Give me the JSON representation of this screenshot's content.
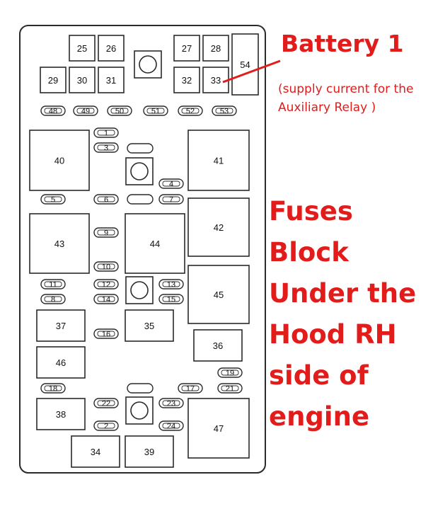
{
  "annotation": {
    "title": "Battery 1",
    "note": "(supply current for the Auxiliary Relay )",
    "color": "#e21b1b"
  },
  "block_title": "Fuses Block Under the Hood RH side of engine",
  "fuse_labels": [
    "1",
    "2",
    "3",
    "4",
    "5",
    "6",
    "7",
    "8",
    "9",
    "10",
    "11",
    "12",
    "13",
    "14",
    "15",
    "16",
    "17",
    "18",
    "19",
    "21",
    "22",
    "23",
    "24",
    "48",
    "49",
    "50",
    "51",
    "52",
    "53"
  ],
  "relay_labels": [
    "25",
    "26",
    "27",
    "28",
    "29",
    "30",
    "31",
    "32",
    "33",
    "34",
    "35",
    "36",
    "37",
    "38",
    "39",
    "40",
    "41",
    "42",
    "43",
    "44",
    "45",
    "46",
    "47",
    "54"
  ]
}
